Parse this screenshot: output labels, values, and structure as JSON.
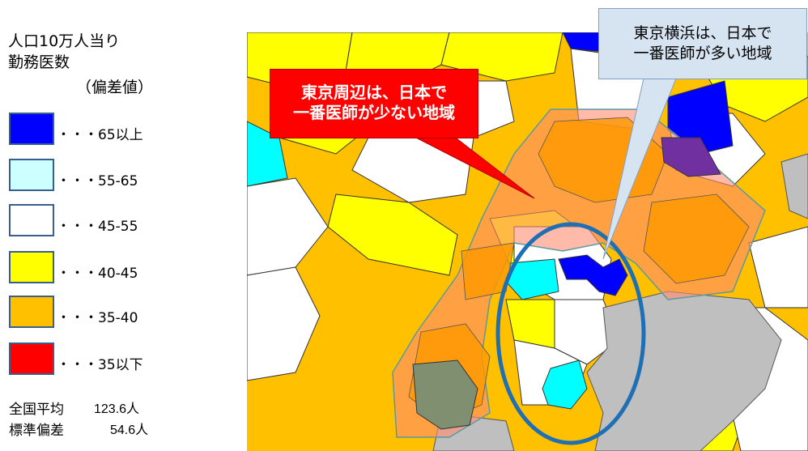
{
  "legend": {
    "title_line1": "人口10万人当り",
    "title_line2": "勤務医数",
    "subtitle": "（偏差値）",
    "items": [
      {
        "label": "・・・65以上",
        "color": "#0000ff"
      },
      {
        "label": "・・・55-65",
        "color": "#ccffff"
      },
      {
        "label": "・・・45-55",
        "color": "#ffffff"
      },
      {
        "label": "・・・40-45",
        "color": "#ffff00"
      },
      {
        "label": "・・・35-40",
        "color": "#ffc000"
      },
      {
        "label": "・・・35以下",
        "color": "#ff0000"
      }
    ]
  },
  "stats": {
    "mean_label": "全国平均",
    "mean_value": "123.6人",
    "sd_label": "標準偏差",
    "sd_value": "54.6人"
  },
  "callouts": {
    "red_line1": "東京周辺は、日本で",
    "red_line2": "一番医師が少ない地域",
    "blue_line1": "東京横浜は、日本で",
    "blue_line2": "一番医師が多い地域"
  },
  "colors": {
    "deviation_over_65": "#0000ff",
    "deviation_55_65": "#00ffff",
    "deviation_45_55": "#ffffff",
    "deviation_40_45": "#ffff00",
    "deviation_35_40": "#ffc000",
    "highlight_zone": "#ff8c70",
    "ellipse_stroke": "#1f6fb5",
    "sea": "#bfbfbf"
  }
}
